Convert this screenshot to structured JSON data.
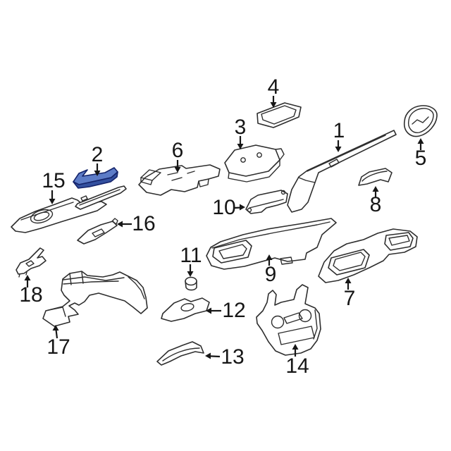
{
  "diagram": {
    "background": "#ffffff",
    "line_color": "#2e2e2e",
    "label_color": "#161616",
    "highlighted_part": "2"
  },
  "highlight": {
    "top_fill": "#5d7cc7",
    "side_fill": "#33509f",
    "stroke": "#15246b"
  },
  "parts": [
    {
      "label": "1"
    },
    {
      "label": "2",
      "highlighted": true
    },
    {
      "label": "3"
    },
    {
      "label": "4"
    },
    {
      "label": "5"
    },
    {
      "label": "6"
    },
    {
      "label": "7"
    },
    {
      "label": "8"
    },
    {
      "label": "9"
    },
    {
      "label": "10"
    },
    {
      "label": "11"
    },
    {
      "label": "12"
    },
    {
      "label": "13"
    },
    {
      "label": "14"
    },
    {
      "label": "15"
    },
    {
      "label": "16"
    },
    {
      "label": "17"
    },
    {
      "label": "18"
    }
  ]
}
